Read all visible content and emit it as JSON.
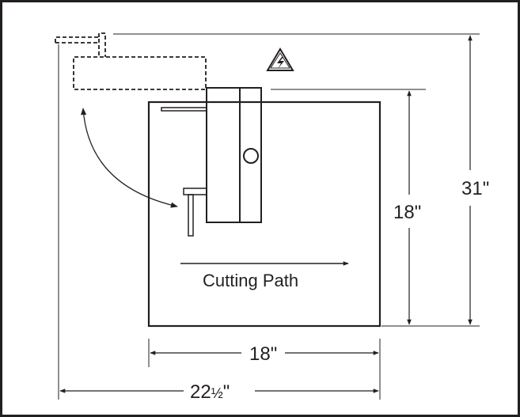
{
  "dimensions": {
    "overall_depth": "31\"",
    "table_depth": "18\"",
    "table_width": "18\"",
    "overall_width_whole": "22",
    "overall_width_fraction": "½"
  },
  "labels": {
    "cutting_path": "Cutting Path"
  },
  "icons": {
    "warning": "electrical-hazard-warning-icon"
  },
  "colors": {
    "ink": "#231f20",
    "background": "#ffffff"
  }
}
